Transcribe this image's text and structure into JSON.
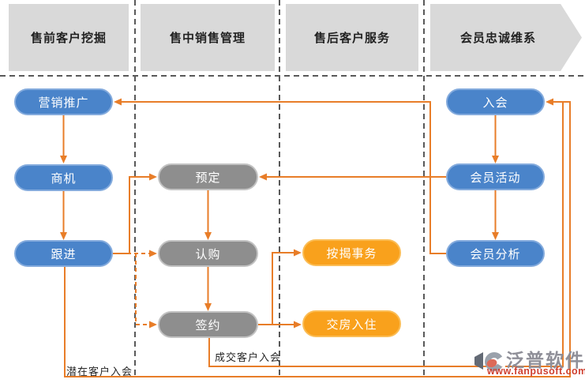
{
  "diagram": {
    "title_headers": [
      {
        "label": "售前客户挖掘"
      },
      {
        "label": "售中销售管理"
      },
      {
        "label": "售后客户服务"
      },
      {
        "label": "会员忠诚维系"
      }
    ],
    "nodes": {
      "marketing_promo": {
        "label": "营销推广",
        "color": "blue"
      },
      "opportunity": {
        "label": "商机",
        "color": "blue"
      },
      "follow_up": {
        "label": "跟进",
        "color": "blue"
      },
      "reserve": {
        "label": "预定",
        "color": "gray"
      },
      "subscribe": {
        "label": "认购",
        "color": "gray"
      },
      "sign_contract": {
        "label": "签约",
        "color": "gray"
      },
      "mortgage": {
        "label": "按揭事务",
        "color": "orange"
      },
      "move_in": {
        "label": "交房入住",
        "color": "orange"
      },
      "join": {
        "label": "入会",
        "color": "blue"
      },
      "member_activity": {
        "label": "会员活动",
        "color": "blue"
      },
      "member_analysis": {
        "label": "会员分析",
        "color": "blue"
      }
    },
    "edge_labels": {
      "potential_join": "潜在客户入会",
      "deal_join": "成交客户入会"
    },
    "edges": [
      {
        "from": "营销推广",
        "to": "商机",
        "style": "solid"
      },
      {
        "from": "商机",
        "to": "跟进",
        "style": "solid"
      },
      {
        "from": "跟进",
        "to": "预定",
        "style": "solid"
      },
      {
        "from": "跟进",
        "to": "认购",
        "style": "dashed"
      },
      {
        "from": "跟进",
        "to": "签约",
        "style": "dashed"
      },
      {
        "from": "预定",
        "to": "认购",
        "style": "solid"
      },
      {
        "from": "认购",
        "to": "签约",
        "style": "solid"
      },
      {
        "from": "签约",
        "to": "按揭事务",
        "style": "solid"
      },
      {
        "from": "签约",
        "to": "交房入住",
        "style": "solid"
      },
      {
        "from": "会员活动",
        "to": "预定",
        "style": "solid"
      },
      {
        "from": "入会",
        "to": "会员活动",
        "style": "solid"
      },
      {
        "from": "会员活动",
        "to": "会员分析",
        "style": "solid"
      },
      {
        "from": "会员分析",
        "to": "营销推广",
        "style": "solid"
      },
      {
        "from": "跟进",
        "to": "入会",
        "style": "solid",
        "label": "潜在客户入会"
      },
      {
        "from": "签约",
        "to": "入会",
        "style": "solid",
        "label": "成交客户入会"
      }
    ],
    "colors": {
      "node_blue": "#4a84ca",
      "node_gray": "#8e8e8e",
      "node_orange": "#f9a11c",
      "connector_orange": "#e87d28",
      "header_gray": "#d9d9d9",
      "divider_gray": "#595959"
    }
  },
  "watermark": {
    "brand": "泛普软件",
    "website": "www.fanpusoft.com"
  }
}
